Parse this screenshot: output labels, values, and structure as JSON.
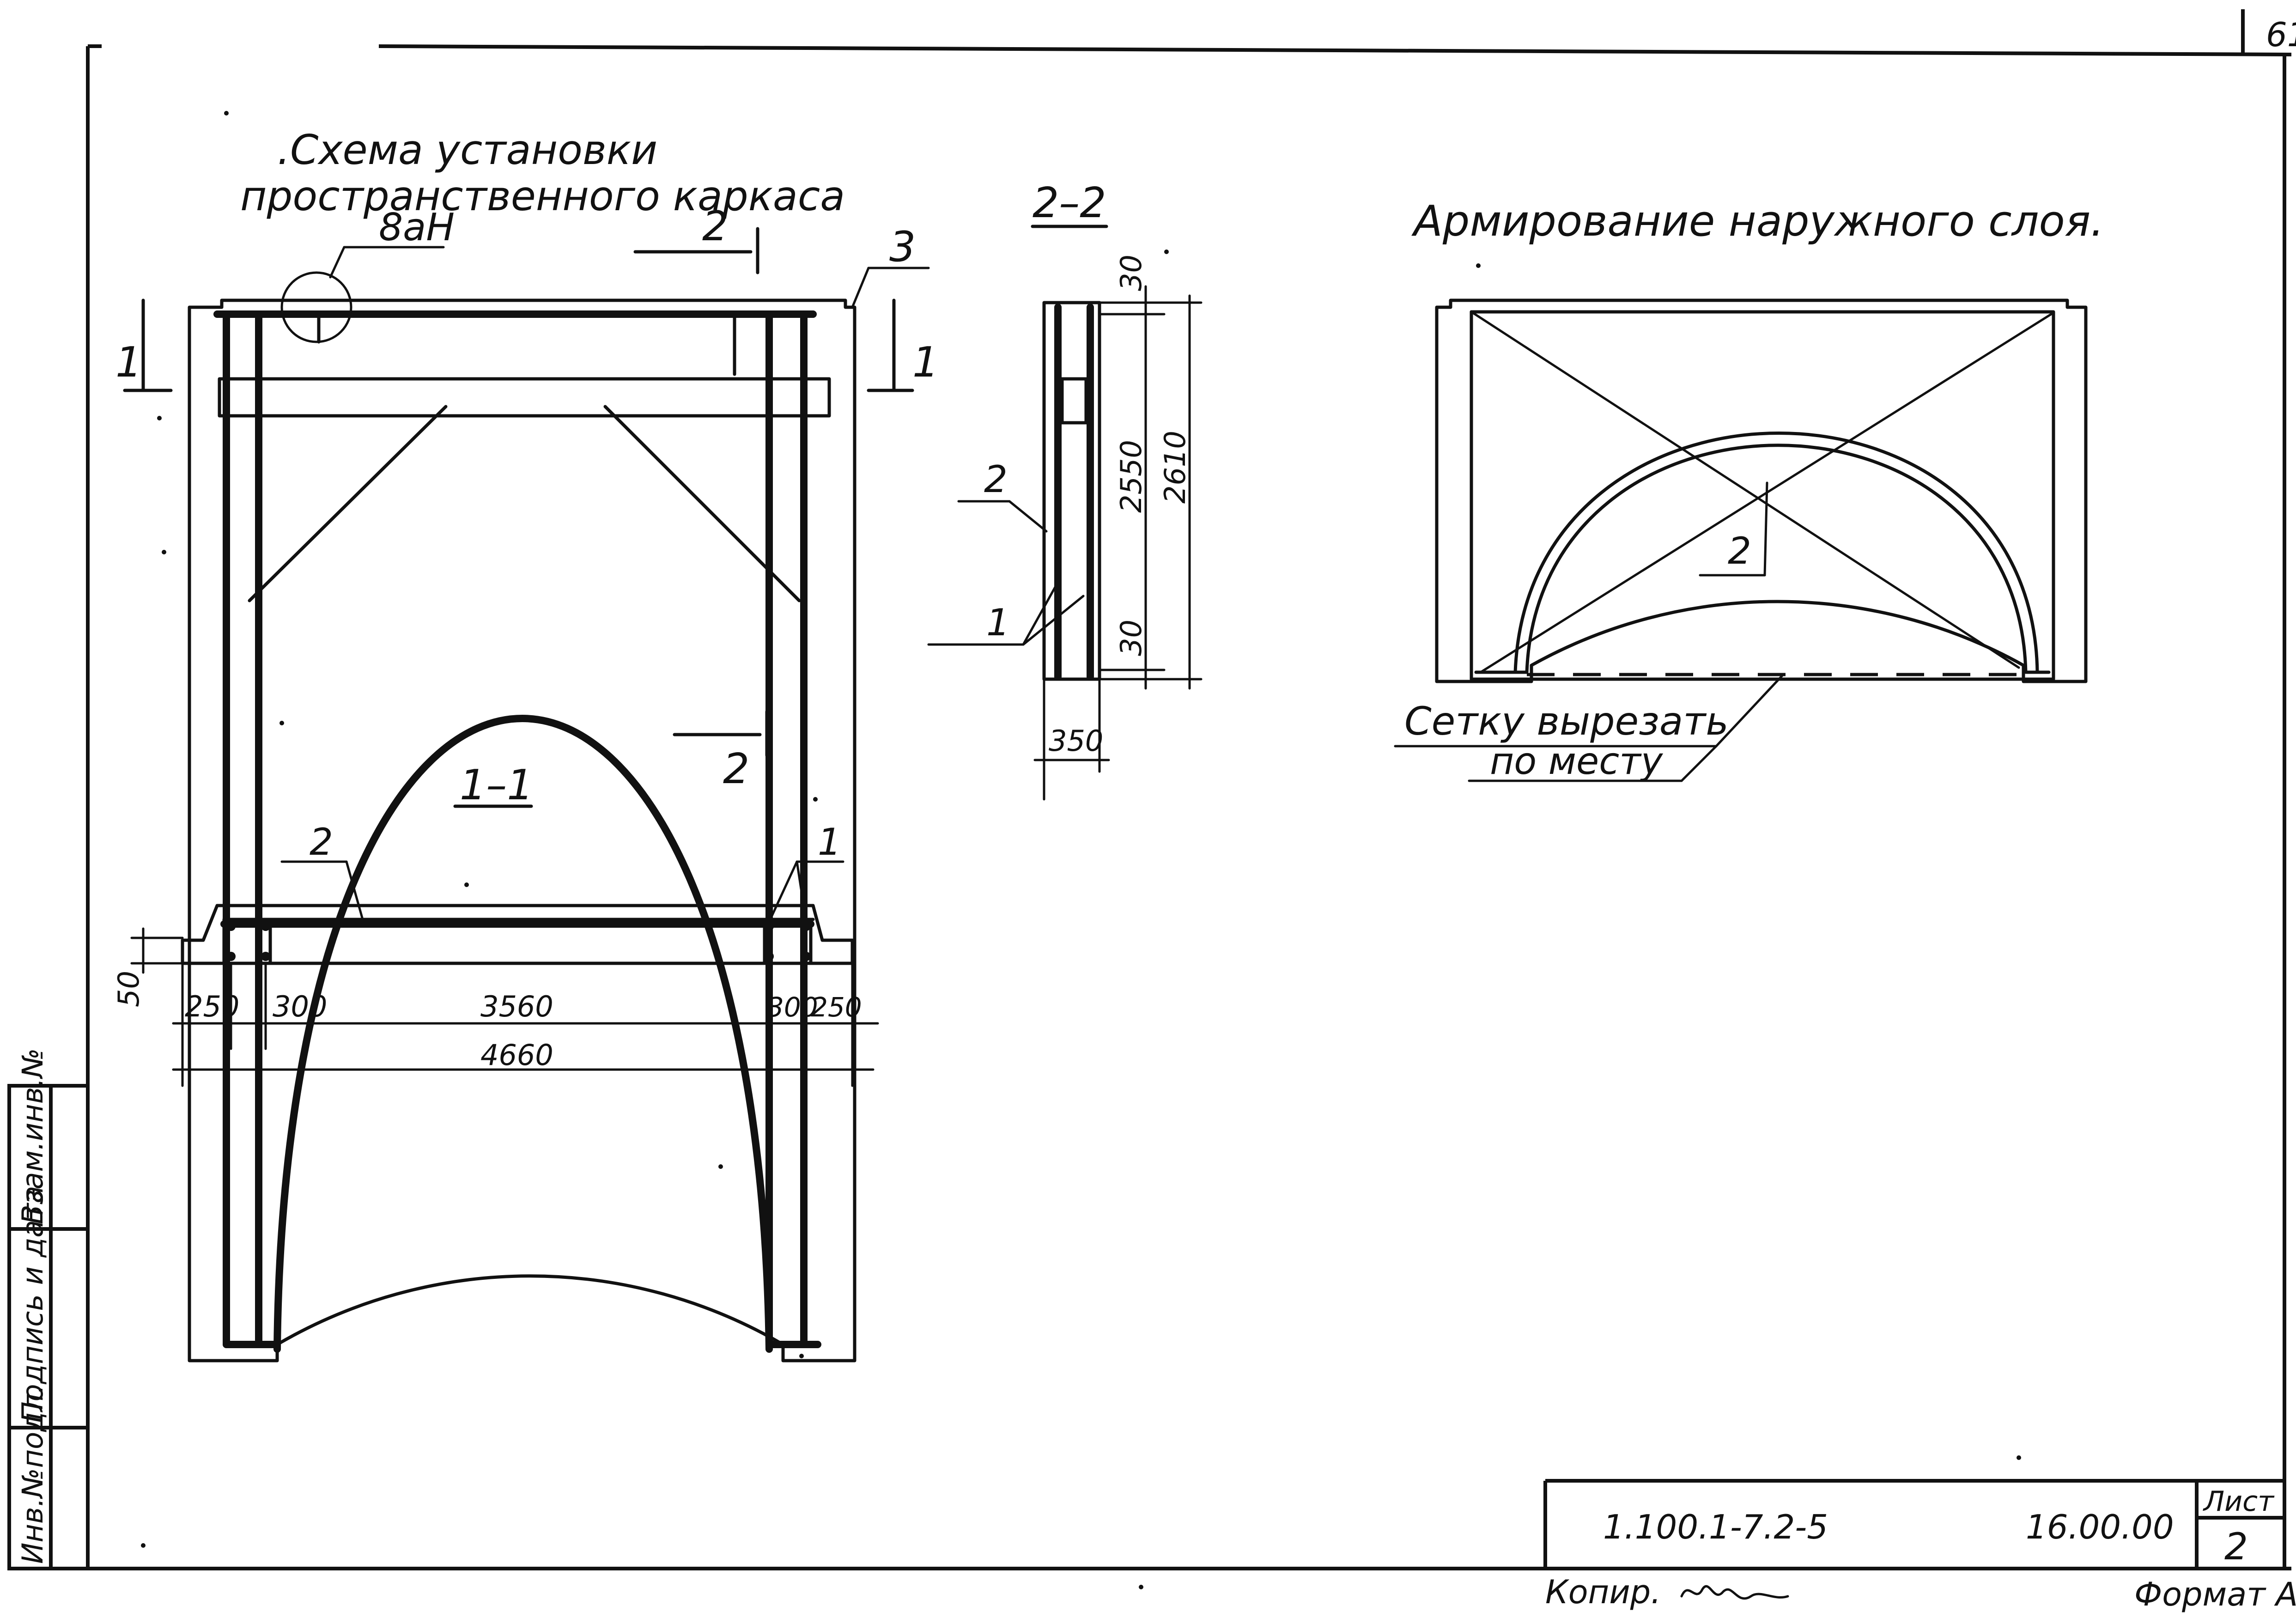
{
  "corner": {
    "page_number": "61"
  },
  "scheme": {
    "title_line1": ".Схема установки",
    "title_line2": "пространственного каркаса",
    "callout_label": "8аН",
    "section_mark": "2",
    "item_3": "3",
    "section_1_left": "1",
    "section_1_right": "1",
    "section_2_bottom": "2"
  },
  "section_2_2": {
    "title": "2–2",
    "item_2": "2",
    "item_1": "1",
    "dim_top": "30",
    "dim_inner": "2550",
    "dim_total": "2610",
    "dim_bottom": "30",
    "dim_width": "350"
  },
  "section_1_1": {
    "title": "1–1",
    "item_2": "2",
    "item_1": "1",
    "dim_height": "50",
    "dims": [
      "250",
      "300",
      "3560",
      "300",
      "250"
    ],
    "dim_total": "4660"
  },
  "outer_layer": {
    "title": "Армирование наружного слоя.",
    "item_2": "2",
    "note_line1": "Сетку вырезать",
    "note_line2": "по месту"
  },
  "side_stamp": {
    "cells": [
      "Инв.№подл.",
      "Подпись и дата",
      "Взам.инв.№"
    ]
  },
  "title_block": {
    "doc_code": "1.100.1-7.2-5",
    "series": "16.00.00",
    "sheet_label": "Лист",
    "sheet_number": "2"
  },
  "footer": {
    "copied": "Копир.",
    "format": "Формат А"
  }
}
